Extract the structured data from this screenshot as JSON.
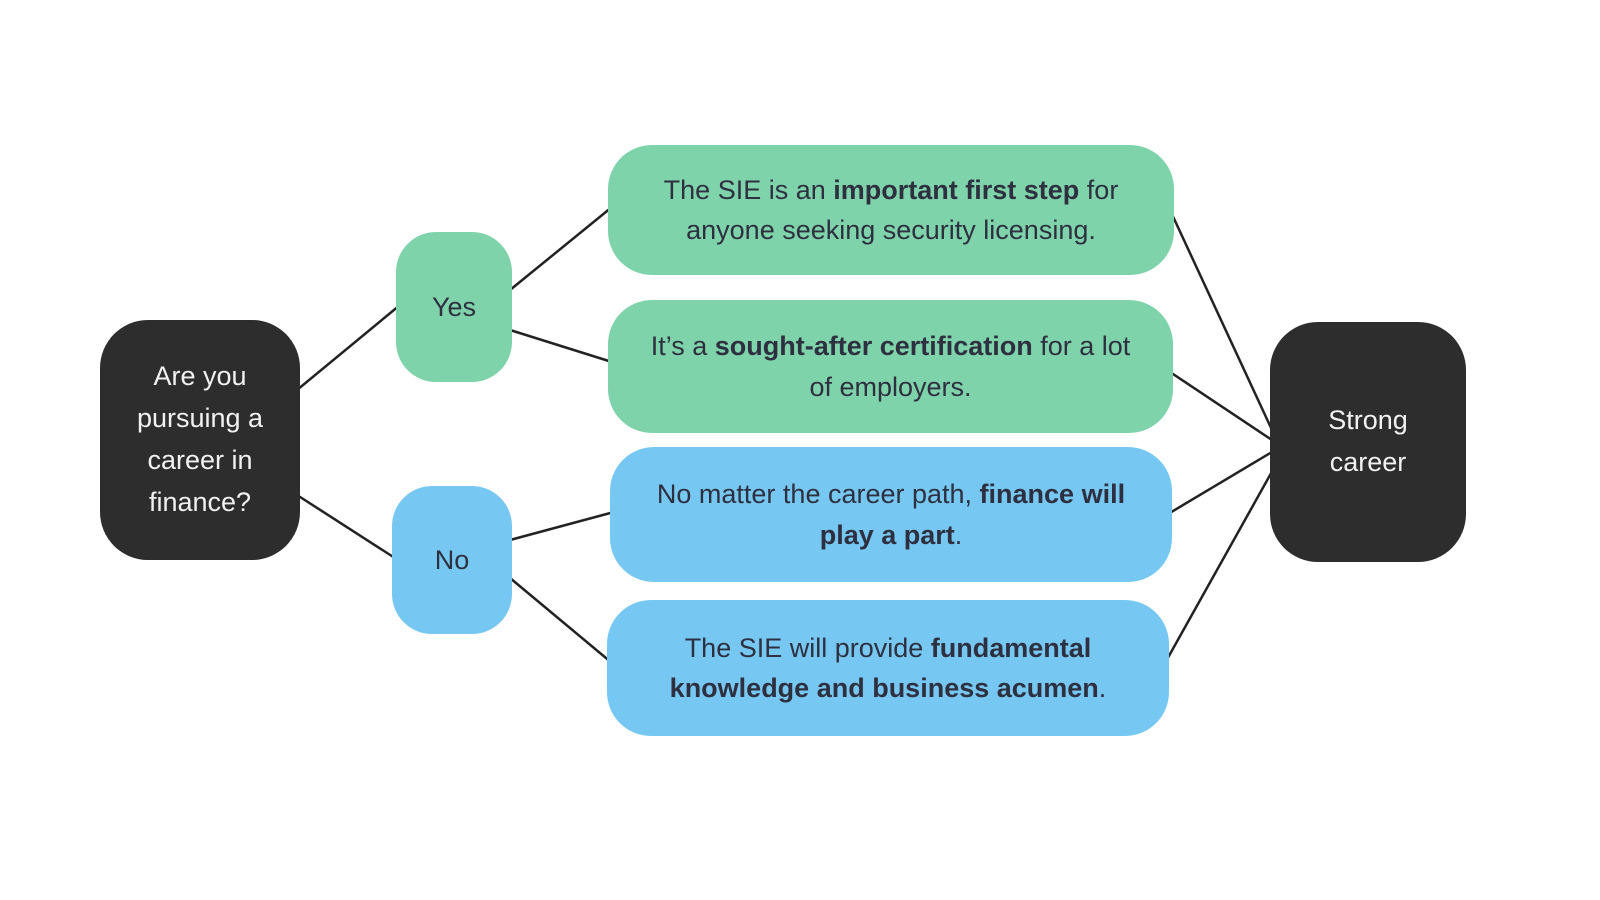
{
  "diagram": {
    "question": {
      "label": "Are you pursuing a career in finance?"
    },
    "yes": {
      "label": "Yes"
    },
    "no": {
      "label": "No"
    },
    "outcome": {
      "label": "Strong career"
    },
    "branches": [
      {
        "id": "yes-branch-1",
        "color": "#7fd3ab",
        "segments": [
          {
            "t": "The SIE is an ",
            "b": false
          },
          {
            "t": "important first step",
            "b": true
          },
          {
            "t": " for anyone seeking security licensing.",
            "b": false
          }
        ]
      },
      {
        "id": "yes-branch-2",
        "color": "#7fd3ab",
        "segments": [
          {
            "t": "It’s a ",
            "b": false
          },
          {
            "t": "sought-after certification",
            "b": true
          },
          {
            "t": " for a lot of employers.",
            "b": false
          }
        ]
      },
      {
        "id": "no-branch-1",
        "color": "#76c8f2",
        "segments": [
          {
            "t": "No matter the career path, ",
            "b": false
          },
          {
            "t": "finance will play a part",
            "b": true
          },
          {
            "t": ".",
            "b": false
          }
        ]
      },
      {
        "id": "no-branch-2",
        "color": "#76c8f2",
        "segments": [
          {
            "t": "The SIE will provide ",
            "b": false
          },
          {
            "t": "fundamental knowledge and business acumen",
            "b": true
          },
          {
            "t": ".",
            "b": false
          }
        ]
      }
    ],
    "colors": {
      "dark_node": "#2d2d2d",
      "green_node": "#7fd3ab",
      "blue_node": "#76c8f2",
      "line": "#222222",
      "text_light": "#f1f1f1",
      "text_dark": "#2e3040",
      "background": "#ffffff"
    }
  }
}
